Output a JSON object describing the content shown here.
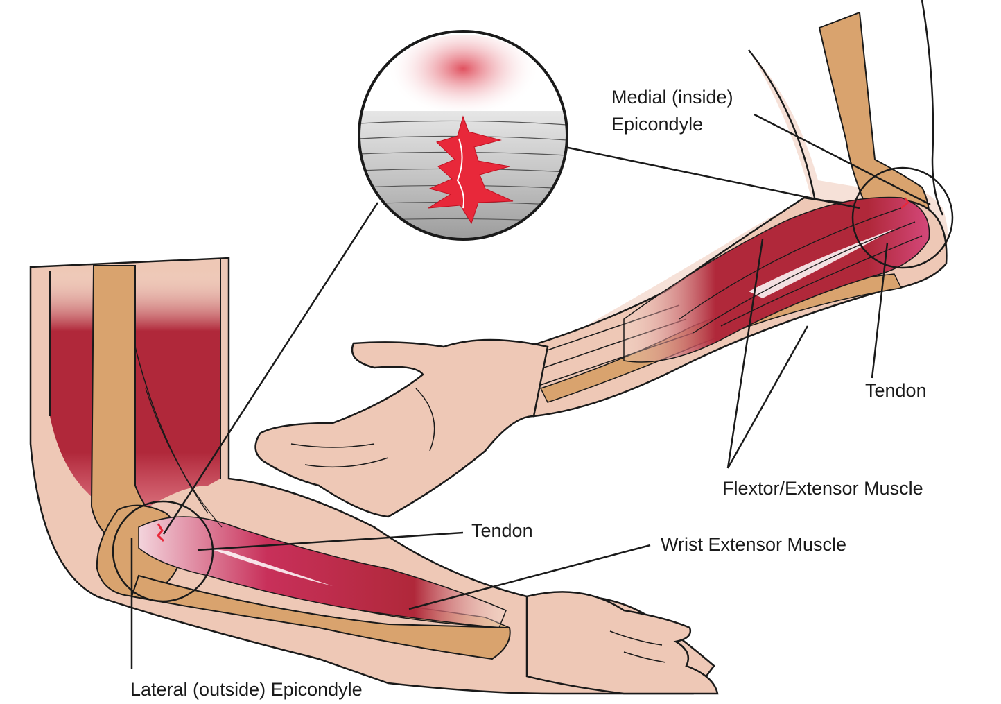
{
  "labels": {
    "medial_line1": "Medial (inside)",
    "medial_line2": "Epicondyle",
    "tendon_right": "Tendon",
    "flexor_extensor": "Flextor/Extensor Muscle",
    "tendon_left": "Tendon",
    "wrist_extensor": "Wrist Extensor Muscle",
    "lateral": "Lateral (outside) Epicondyle"
  },
  "colors": {
    "skin": "#eec8b6",
    "skin_light": "#f6e1d8",
    "bone": "#d9a36e",
    "muscle": "#b0283a",
    "muscle_mid": "#cc3a58",
    "tear": "#e8283a",
    "outline": "#1a1a1a",
    "tendon_gray": "#bdbdbd"
  }
}
